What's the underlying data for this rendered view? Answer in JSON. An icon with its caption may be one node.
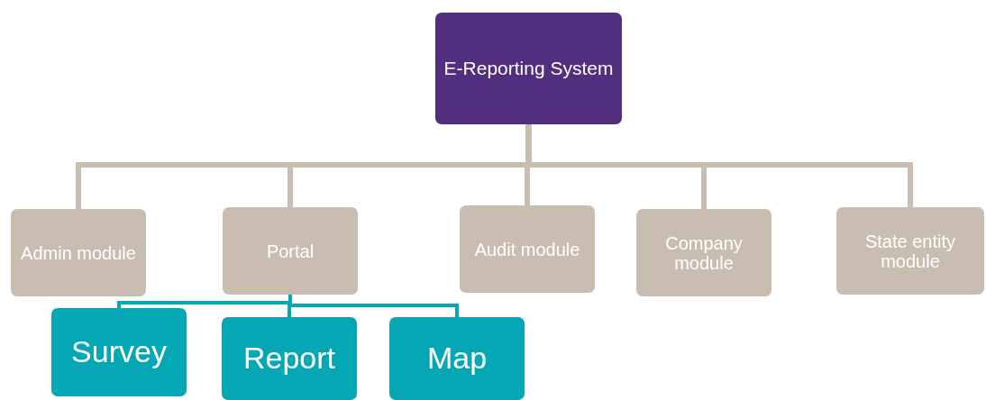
{
  "diagram": {
    "nodes": [
      {
        "text": [
          "E-Reporting System"
        ]
      },
      {
        "text": [
          "Admin module"
        ]
      },
      {
        "text": [
          "Portal"
        ]
      },
      {
        "text": [
          "Audit module"
        ]
      },
      {
        "text": [
          "Company module"
        ]
      },
      {
        "text": [
          "State entity module"
        ]
      },
      {
        "text": [
          "Survey"
        ]
      },
      {
        "text": [
          "Report"
        ]
      },
      {
        "text": [
          "Map"
        ]
      }
    ],
    "edges": [
      {
        "from": 0,
        "to": 1,
        "arrow": "none"
      },
      {
        "from": 0,
        "to": 2,
        "arrow": "none"
      },
      {
        "from": 0,
        "to": 3,
        "arrow": "none"
      },
      {
        "from": 0,
        "to": 4,
        "arrow": "none"
      },
      {
        "from": 0,
        "to": 5,
        "arrow": "none"
      },
      {
        "from": 2,
        "to": 6,
        "arrow": "none",
        "color": "#06a7b5"
      },
      {
        "from": 2,
        "to": 7,
        "arrow": "none",
        "color": "#06a7b5"
      },
      {
        "from": 2,
        "to": 8,
        "arrow": "none",
        "color": "#06a7b5"
      }
    ]
  }
}
